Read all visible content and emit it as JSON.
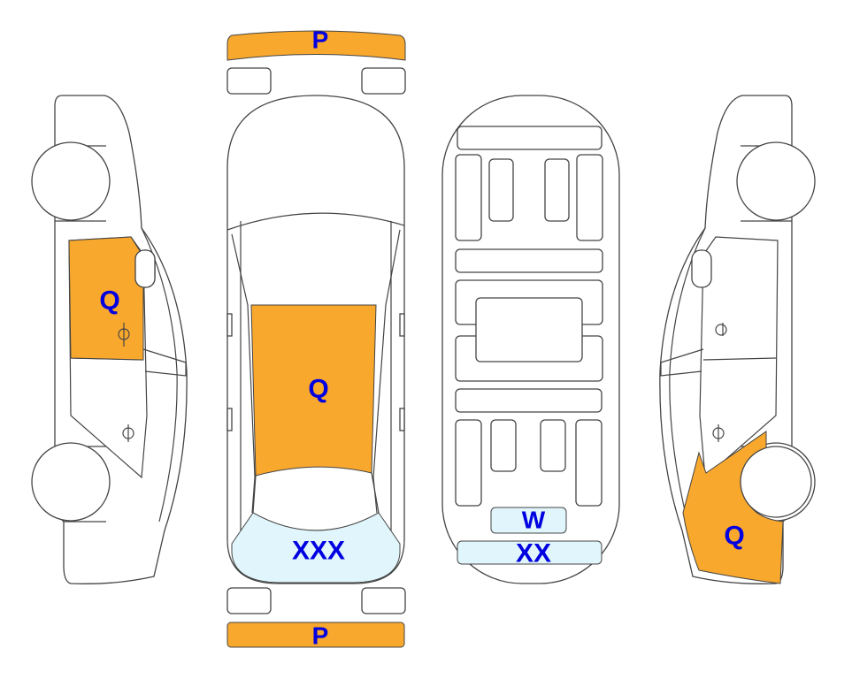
{
  "colors": {
    "damage_orange": "#F9A82E",
    "damage_blue": "#E0F6FC",
    "label_blue": "#0000E0",
    "outline": "#444444"
  },
  "labels": {
    "front_bumper": "P",
    "rear_bumper": "P",
    "left_rear_door": "Q",
    "roof": "Q",
    "rear_window": "XXX",
    "underbody_w": "W",
    "underbody_xx": "XX",
    "right_rear_quarter": "Q"
  }
}
